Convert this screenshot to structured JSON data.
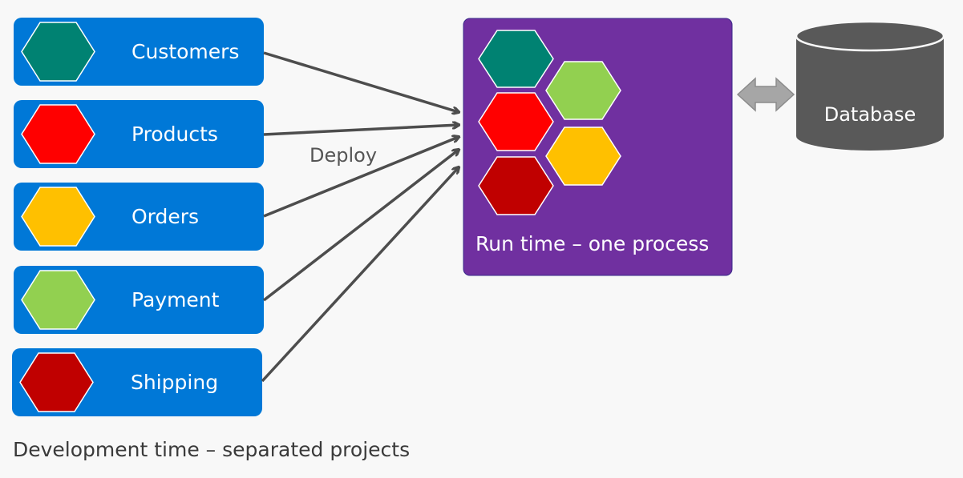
{
  "modules": [
    {
      "label": "Customers",
      "color": "#008272"
    },
    {
      "label": "Products",
      "color": "#ff0000"
    },
    {
      "label": "Orders",
      "color": "#ffc000"
    },
    {
      "label": "Payment",
      "color": "#92d050"
    },
    {
      "label": "Shipping",
      "color": "#c00000"
    }
  ],
  "deploy_label": "Deploy",
  "dev_caption": "Development time – separated projects",
  "runtime": {
    "label": "Run time – one process",
    "color": "#7030a0"
  },
  "database": {
    "label": "Database",
    "color": "#595959"
  },
  "colors": {
    "module_box": "#0078d7",
    "arrow": "#4d4d4d",
    "exchange_arrow": "#a6a6a6"
  }
}
